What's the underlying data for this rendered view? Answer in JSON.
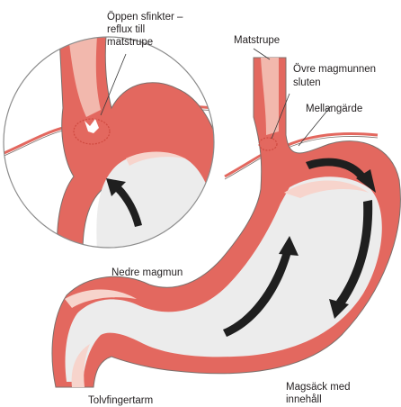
{
  "labels": {
    "open_sphincter": [
      "Öppen sfinkter –",
      "reflux till",
      "matstrupe"
    ],
    "esophagus": "Matstrupe",
    "upper_sphincter": [
      "Övre magmunnen",
      "sluten"
    ],
    "diaphragm": "Mellangärde",
    "lower_sphincter": "Nedre magmun",
    "duodenum": "Tolvfingertarm",
    "stomach_contents": [
      "Magsäck med",
      "innehåll"
    ]
  },
  "colors": {
    "wall": "#e3685f",
    "wall_light": "#f2b8ad",
    "wall_pale": "#f7d4cc",
    "contents": "#ececec",
    "outline": "#7c6f6b",
    "arrow": "#1f1f1f"
  }
}
